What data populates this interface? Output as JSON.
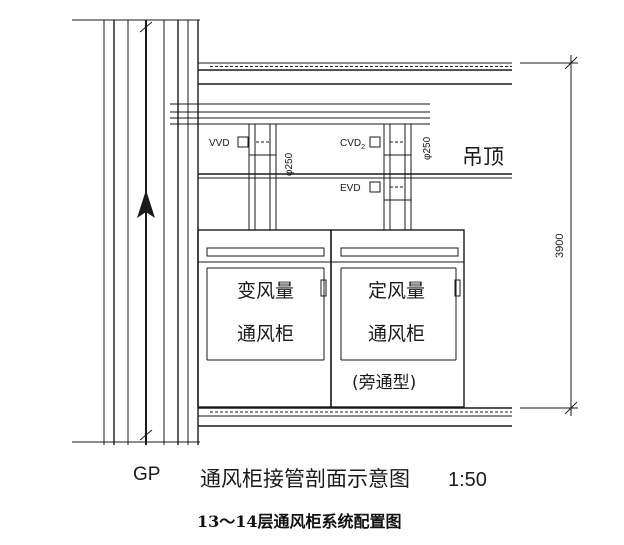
{
  "labels": {
    "vvd": "VVD",
    "cvd": "CVD",
    "cvd_sub": "2",
    "evd": "EVD",
    "phi_left": "φ250",
    "phi_right": "φ250",
    "ceiling": "吊顶",
    "dimension": "3900",
    "gp": "GP",
    "cab_left_line1": "变风量",
    "cab_left_line2": "通风柜",
    "cab_right_line1": "定风量",
    "cab_right_line2": "通风柜",
    "cab_right_line3": "(旁通型)",
    "drawing_title": "通风柜接管剖面示意图",
    "scale": "1:50",
    "caption": "13～14层通风柜系统配置图"
  },
  "colors": {
    "ink": "#1a1a1a",
    "background": "#ffffff"
  }
}
